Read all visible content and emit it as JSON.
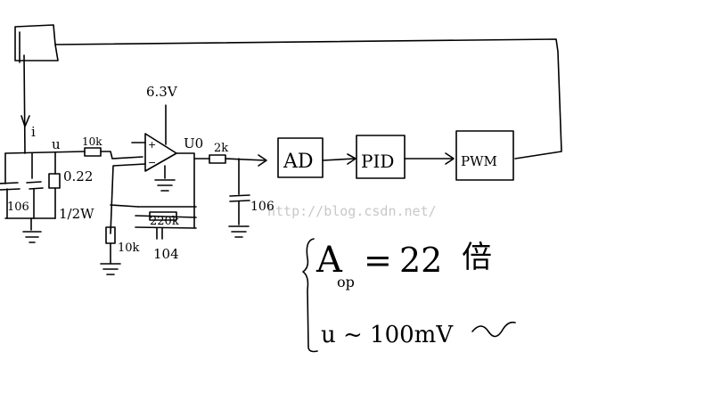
{
  "circuit": {
    "labels": {
      "current_i": "i",
      "node_u": "u",
      "r_input": "10k",
      "r_shunt": "0.22",
      "r_shunt_power": "1/2W",
      "c_input": "106",
      "supply": "6.3V",
      "output_u0": "U0",
      "r_filter": "2k",
      "c_filter": "106",
      "r_ground": "10k",
      "r_feedback": "220k",
      "c_feedback": "104"
    },
    "blocks": {
      "ad": "AD",
      "pid": "PID",
      "pwm": "PWM"
    }
  },
  "notes": {
    "gain_symbol": "A",
    "gain_subscript": "op",
    "gain_equals": "=",
    "gain_value": "22",
    "gain_unit": "倍",
    "signal": "u ~ 100mV"
  },
  "watermark": "http://blog.csdn.net/"
}
